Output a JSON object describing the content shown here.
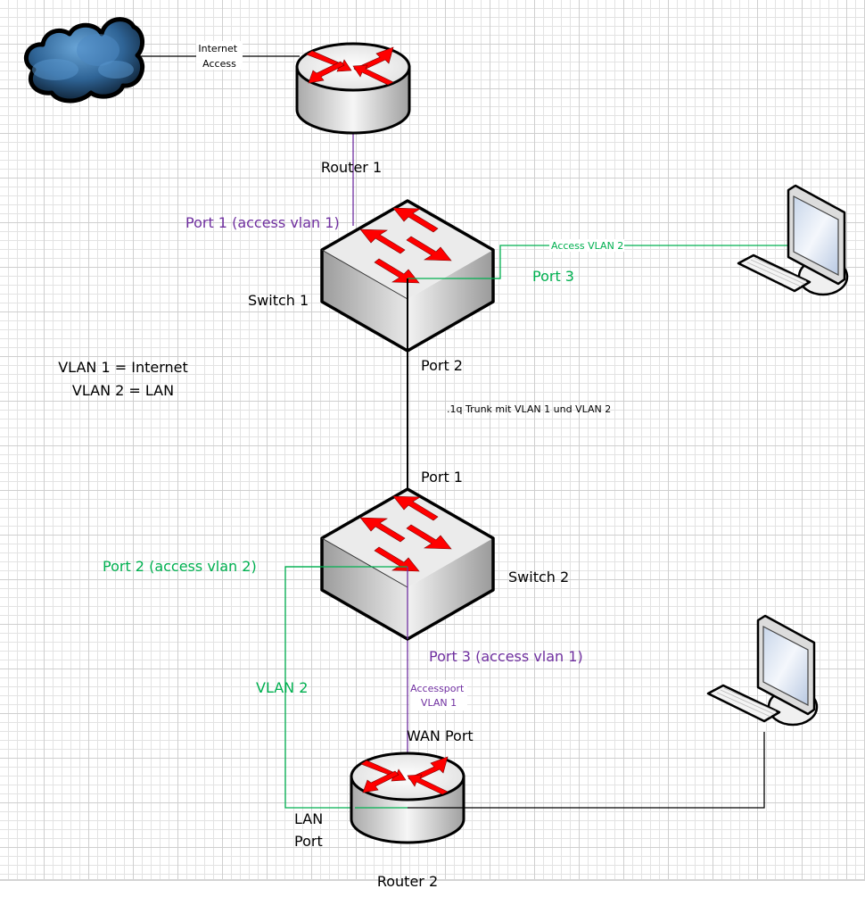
{
  "diagram": {
    "colors": {
      "vlan1": "#7030a0",
      "vlan2": "#00b050",
      "trunk": "#000000",
      "arrow": "#ff0000"
    },
    "nodes": {
      "cloud": {
        "label": "",
        "icon": "cloud-icon"
      },
      "router1": {
        "label": "Router 1",
        "icon": "router-icon"
      },
      "switch1": {
        "label": "Switch 1",
        "icon": "switch-icon"
      },
      "switch2": {
        "label": "Switch 2",
        "icon": "switch-icon"
      },
      "router2": {
        "label": "Router 2",
        "icon": "router-icon"
      },
      "pc1": {
        "label": "",
        "icon": "computer-icon"
      },
      "pc2": {
        "label": "",
        "icon": "computer-icon"
      }
    },
    "labels": {
      "internet_access_line1": "Internet",
      "internet_access_line2": "Access",
      "sw1_port1": "Port 1 (access vlan 1)",
      "sw1_port3": "Port 3",
      "access_vlan2": "Access VLAN 2",
      "sw1_port2": "Port 2",
      "trunk": ".1q Trunk mit VLAN 1  und VLAN 2",
      "sw2_port1": "Port 1",
      "sw2_port2": "Port 2 (access vlan 2)",
      "sw2_port3": "Port 3 (access vlan 1)",
      "vlan2_link": "VLAN 2",
      "accessport_line1": "Accessport",
      "accessport_line2": "VLAN 1",
      "wan_port": "WAN Port",
      "lan_port_line1": "LAN",
      "lan_port_line2": "Port"
    },
    "legend": {
      "line1": "VLAN 1 = Internet",
      "line2": "VLAN 2 = LAN"
    }
  }
}
